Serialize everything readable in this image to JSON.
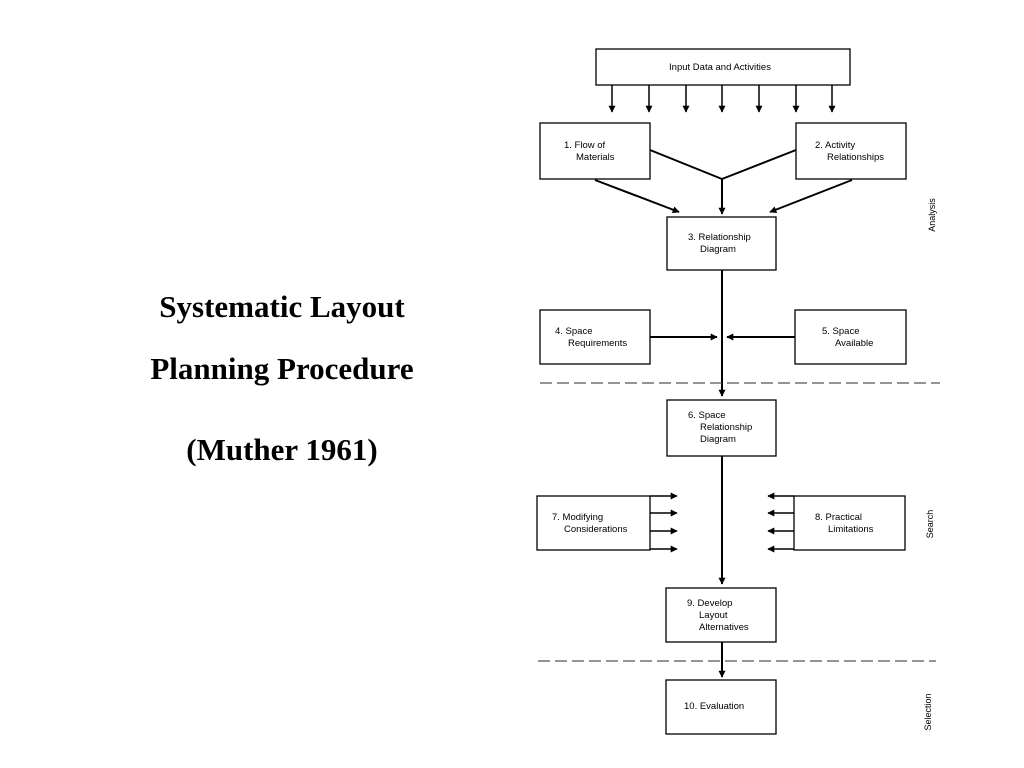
{
  "title": {
    "line1": "Systematic Layout",
    "line2": "Planning Procedure",
    "line3": "(Muther 1961)"
  },
  "diagram": {
    "input": "Input Data and Activities",
    "box1": [
      "1. Flow of",
      "Materials"
    ],
    "box2": [
      "2. Activity",
      "Relationships"
    ],
    "box3": [
      "3. Relationship",
      "Diagram"
    ],
    "box4": [
      "4. Space",
      "Requirements"
    ],
    "box5": [
      "5. Space",
      "Available"
    ],
    "box6": [
      "6. Space",
      "Relationship",
      "Diagram"
    ],
    "box7": [
      "7. Modifying",
      "Considerations"
    ],
    "box8": [
      "8. Practical",
      "Limitations"
    ],
    "box9": [
      "9. Develop",
      "Layout",
      "Alternatives"
    ],
    "box10": "10.  Evaluation"
  },
  "phases": {
    "analysis": "Analysis",
    "search": "Search",
    "selection": "Selection"
  },
  "colors": {
    "background": "#ffffff",
    "ink": "#000000"
  }
}
